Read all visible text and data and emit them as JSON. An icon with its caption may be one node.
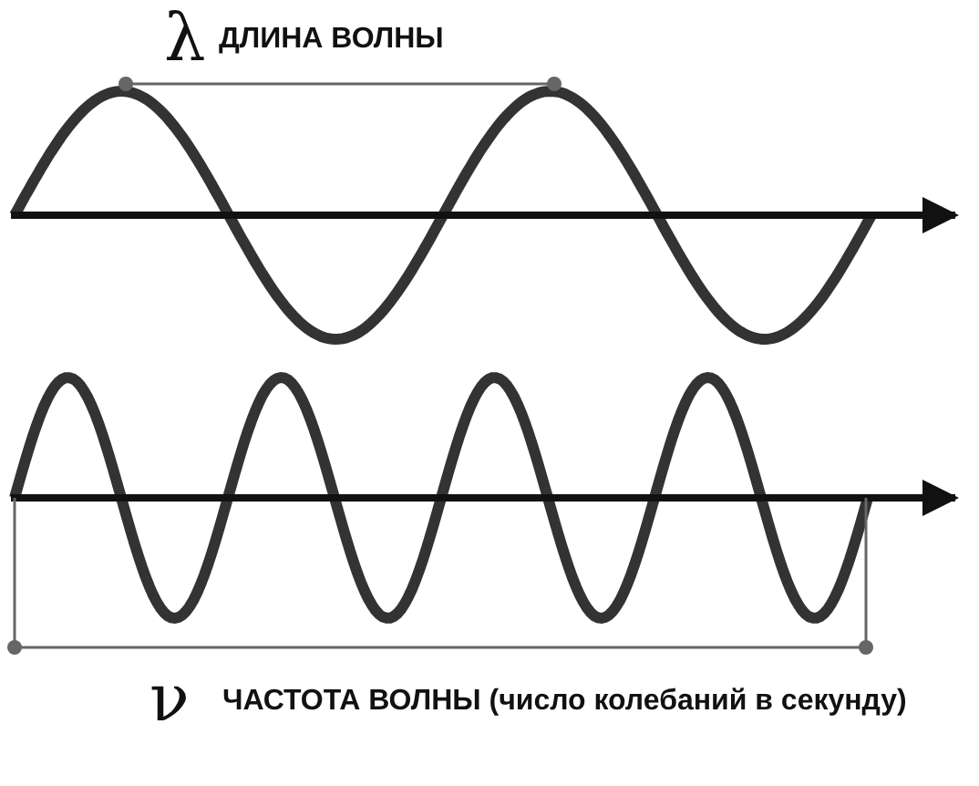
{
  "diagram": {
    "labels": [
      "λ",
      "ДЛИНА ВОЛНЫ",
      "ν",
      "ЧАСТОТА ВОЛНЫ (число колебаний в секунду)"
    ]
  }
}
